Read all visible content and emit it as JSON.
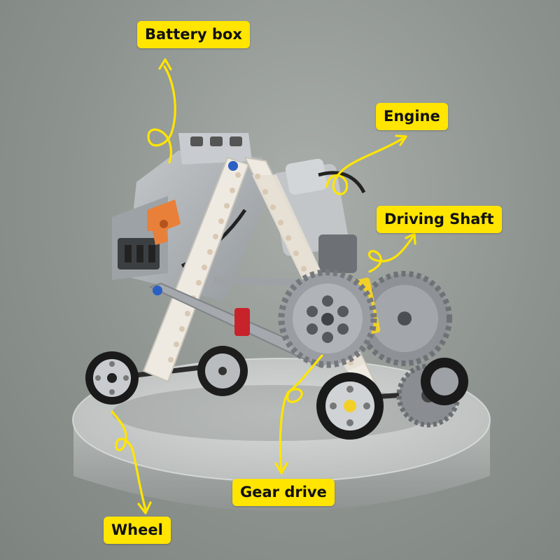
{
  "labels": {
    "battery_box": "Battery box",
    "engine": "Engine",
    "driving_shaft": "Driving Shaft",
    "gear_drive": "Gear drive",
    "wheel": "Wheel"
  },
  "colors": {
    "label_bg": "#ffe500",
    "label_text": "#111111",
    "arrow": "#ffe500",
    "background": "#8d938f",
    "pedestal": "#c9cccb",
    "beam_white": "#eeeae2",
    "battery_grey": "#aeb2b5",
    "gear_grey": "#8e9296",
    "switch_orange": "#e8803a",
    "accent_yellow": "#f2d028",
    "accent_red": "#c8232b",
    "accent_blue": "#2a5fc4"
  },
  "icons": {
    "arrows": "hand-drawn-curly-arrow"
  }
}
